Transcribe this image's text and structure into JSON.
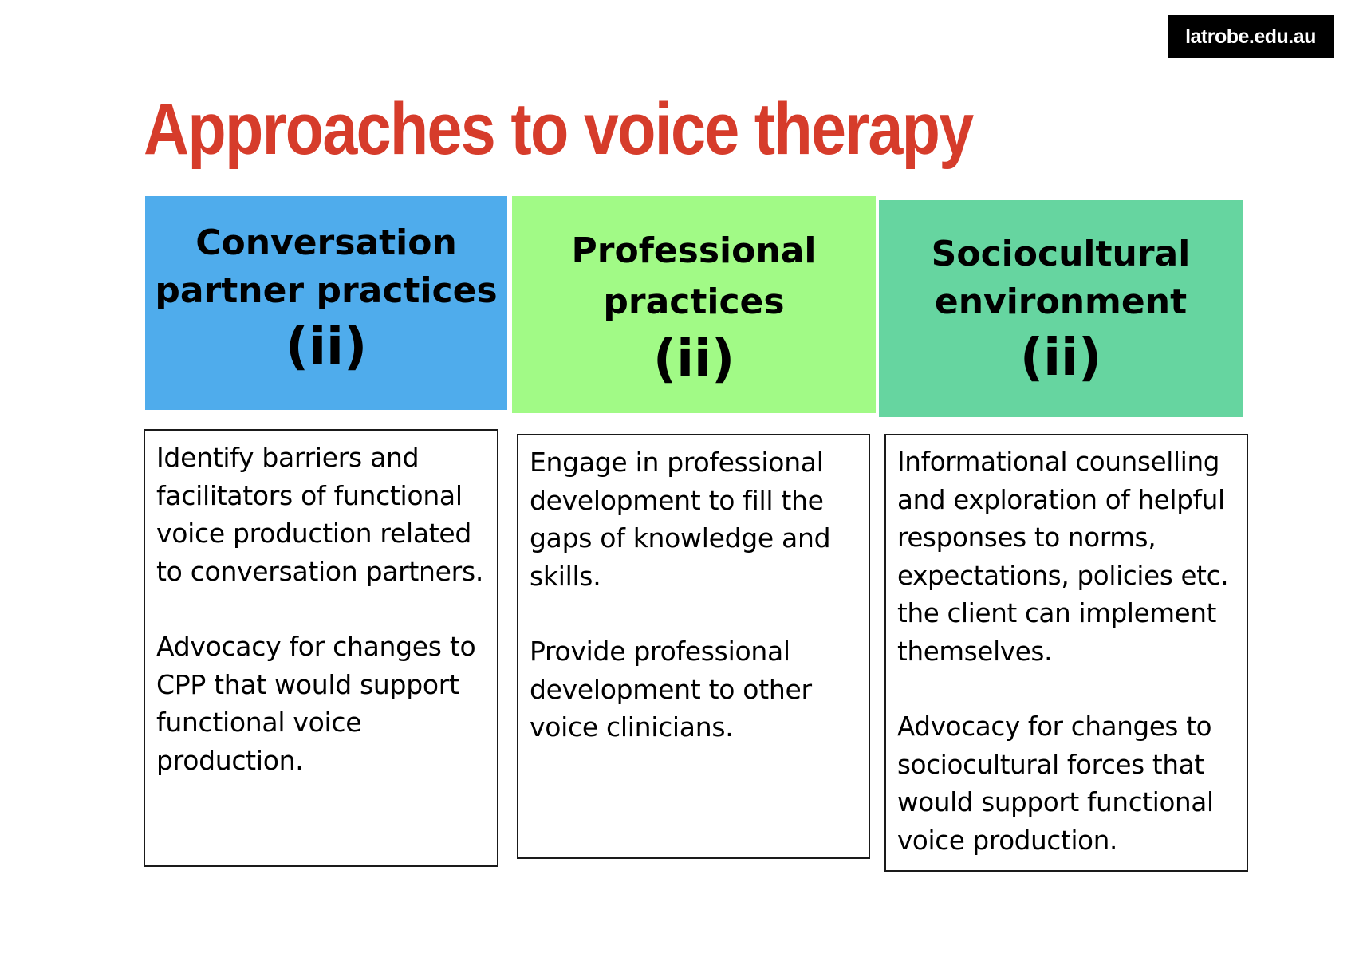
{
  "brand": {
    "label": "latrobe.edu.au"
  },
  "title": "Approaches to voice therapy",
  "colors": {
    "title": "#d63c2b",
    "col1_header": "#4facec",
    "col2_header": "#a1fa86",
    "col3_header": "#66d5a0",
    "badge": "#000000"
  },
  "columns": [
    {
      "header": "Conversation\npartner practices",
      "sub": "(ii)",
      "paragraphs": [
        "Identify barriers and\nfacilitators of functional\nvoice production related\nto conversation partners.",
        "Advocacy for changes to\nCPP that would support\nfunctional voice\nproduction."
      ]
    },
    {
      "header": "Professional\npractices",
      "sub": "(ii)",
      "paragraphs": [
        "Engage in professional\ndevelopment to fill the\ngaps of knowledge and\nskills.",
        "Provide professional\ndevelopment to other\nvoice clinicians."
      ]
    },
    {
      "header": "Sociocultural\nenvironment",
      "sub": "(ii)",
      "paragraphs": [
        "Informational counselling\nand exploration of helpful\nresponses to norms,\nexpectations, policies etc.\nthe client can implement\nthemselves.",
        "Advocacy for changes to\nsociocultural forces that\nwould support functional\nvoice production."
      ]
    }
  ]
}
